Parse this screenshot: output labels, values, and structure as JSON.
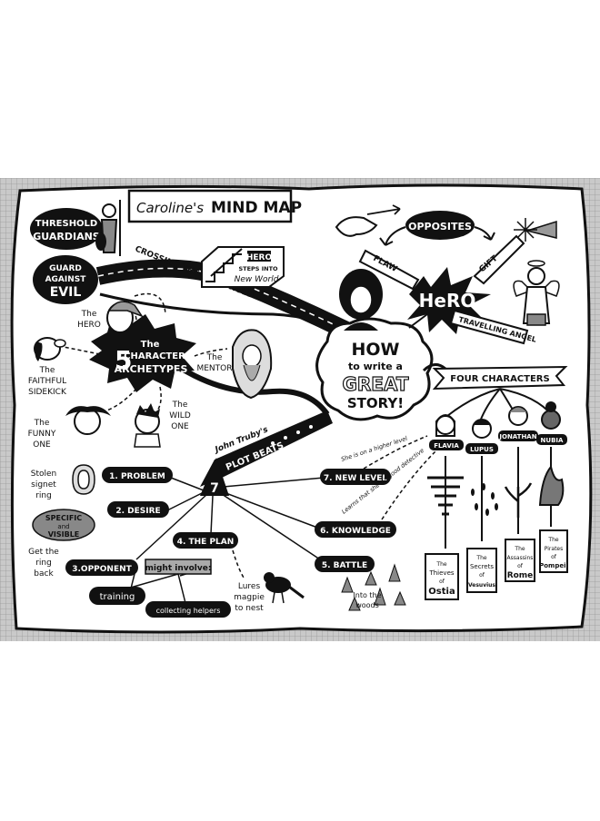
{
  "title": {
    "prefix": "Caroline's",
    "main": "MIND MAP"
  },
  "center": {
    "line1": "HOW",
    "line2": "to write a",
    "line3": "GREAT",
    "line4": "STORY!"
  },
  "threshold": {
    "guardians_1": "THRESHOLD",
    "guardians_2": "GUARDIANS",
    "guard_1": "GUARD",
    "guard_2": "AGAINST",
    "guard_3": "EVIL",
    "road": "CROSSING THE THRESHOLD",
    "box_1": "HERO",
    "box_2": "STEPS INTO",
    "box_3": "New World"
  },
  "hero": {
    "label": "HeRO",
    "opposites": "OPPOSITES",
    "flaw": "FLAW",
    "gift": "GIFT",
    "angel": "TRAVELLING ANGEL"
  },
  "archetypes": {
    "big_number": "5",
    "line1": "The",
    "line2": "CHARACTER",
    "line3": "ARCHETYPES",
    "hero_1": "The",
    "hero_2": "HERO",
    "mentor_1": "The",
    "mentor_2": "MENTOR",
    "sidekick_1": "The",
    "sidekick_2": "FAITHFUL",
    "sidekick_3": "SIDEKICK",
    "wild_1": "The",
    "wild_2": "WILD",
    "wild_3": "ONE",
    "funny_1": "The",
    "funny_2": "FUNNY",
    "funny_3": "ONE"
  },
  "four_characters": {
    "banner": "FOUR CHARACTERS",
    "names": [
      "FLAVIA",
      "LUPUS",
      "JONATHAN",
      "NUBIA"
    ],
    "books": [
      {
        "l1": "The",
        "l2": "Thieves",
        "l3": "of",
        "l4": "Ostia"
      },
      {
        "l1": "The",
        "l2": "Secrets",
        "l3": "of",
        "l4": "Vesuvius"
      },
      {
        "l1": "The",
        "l2": "Assassins",
        "l3": "of",
        "l4": "Rome"
      },
      {
        "l1": "The",
        "l2": "Pirates",
        "l3": "of",
        "l4": "Pompeii"
      }
    ]
  },
  "plot": {
    "author": "John Truby's",
    "number": "7",
    "label": "PLOT BEATS",
    "b1": "1. PROBLEM",
    "b2": "2. DESIRE",
    "b3": "3.OPPONENT",
    "b4": "4. THE PLAN",
    "b5": "5. BATTLE",
    "b6": "6. KNOWLEDGE",
    "b7": "7. NEW LEVEL",
    "stolen_1": "Stolen",
    "stolen_2": "signet",
    "stolen_3": "ring",
    "specific_1": "SPECIFIC",
    "specific_2": "and",
    "specific_3": "VISIBLE",
    "getring_1": "Get the",
    "getring_2": "ring",
    "getring_3": "back",
    "might": "might involve:",
    "training": "training",
    "helpers": "collecting helpers",
    "lures_1": "Lures",
    "lures_2": "magpie",
    "lures_3": "to nest",
    "woods_1": "Into the",
    "woods_2": "woods",
    "higher": "She is on a higher level",
    "learns": "Learns that she's a good detective"
  }
}
